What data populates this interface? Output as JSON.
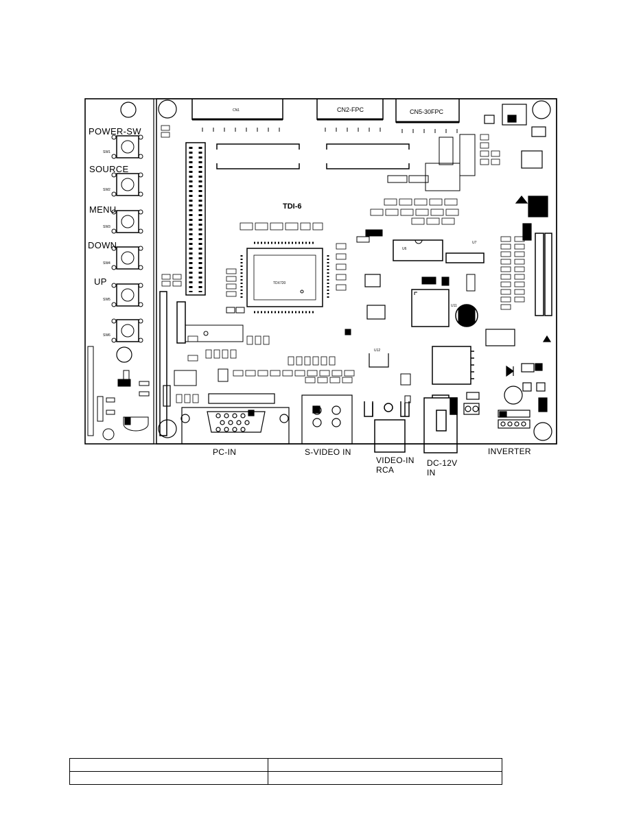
{
  "board": {
    "model": "TDI-6",
    "side_labels": [
      "POWER-SW",
      "SOURCE",
      "MENU",
      "DOWN",
      "UP"
    ],
    "connector_labels": {
      "cn1_top": "CN1",
      "cn2": "CN2-FPC",
      "cn5": "CN5-30FPC",
      "pc_in": "PC-IN",
      "svideo_in": "S-VIDEO IN",
      "video_in": "VIDEO-IN",
      "rca": "RCA",
      "dc12v": "DC-12V",
      "dc_in": "IN",
      "inverter": "INVERTER"
    },
    "switches": [
      "SW1",
      "SW2",
      "SW3",
      "SW4",
      "SW5",
      "SW6"
    ],
    "chips": {
      "main": "TDX720",
      "u11": "U11",
      "u6": "U6",
      "u12": "U12",
      "u7": "U7"
    }
  },
  "footer_table": {
    "rows": [
      [
        "",
        ""
      ],
      [
        "",
        ""
      ]
    ]
  },
  "colors": {
    "ink": "#000000",
    "background": "#ffffff",
    "pad": "#e8e8e8"
  }
}
